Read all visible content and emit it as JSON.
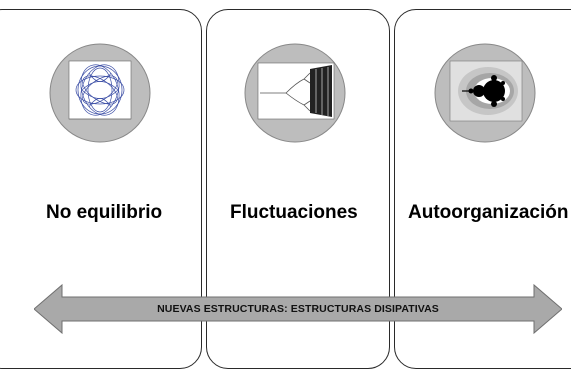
{
  "panels": [
    {
      "label": "No equilibrio",
      "image_icon": "strange-attractor-plot"
    },
    {
      "label": "Fluctuaciones",
      "image_icon": "bifurcation-diagram-plot"
    },
    {
      "label": "Autoorganización",
      "image_icon": "mandelbrot-fractal"
    }
  ],
  "arrow": {
    "label": "NUEVAS ESTRUCTURAS: ESTRUCTURAS DISIPATIVAS"
  },
  "colors": {
    "circle_fill": "#bdbdbd",
    "arrow_fill": "#a9a9a9",
    "attractor": "#2b3f9e"
  }
}
